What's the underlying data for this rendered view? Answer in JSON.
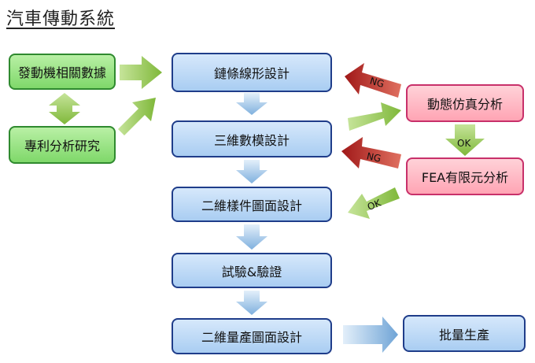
{
  "title": "汽車傳動系統",
  "boxes": {
    "engine_data": "發動機相關數據",
    "patent_research": "專利分析研究",
    "chain_design": "鏈條線形設計",
    "model_3d": "三維數模設計",
    "sample_drawing": "二維樣件圖面設計",
    "test_verify": "試驗&驗證",
    "production_drawing": "二維量產圖面設計",
    "mass_production": "批量生產",
    "dynamic_sim": "動態仿真分析",
    "fea": "FEA有限元分析"
  },
  "arrow_labels": {
    "ng1": "NG",
    "ok1": "OK",
    "ng2": "NG",
    "ok2": "OK"
  },
  "colors": {
    "blue_border": "#1f3d8a",
    "green_border": "#2f8a2f",
    "pink_border": "#c8306a",
    "red_arrow": "#b02020",
    "green_arrow": "#7fb83a"
  }
}
